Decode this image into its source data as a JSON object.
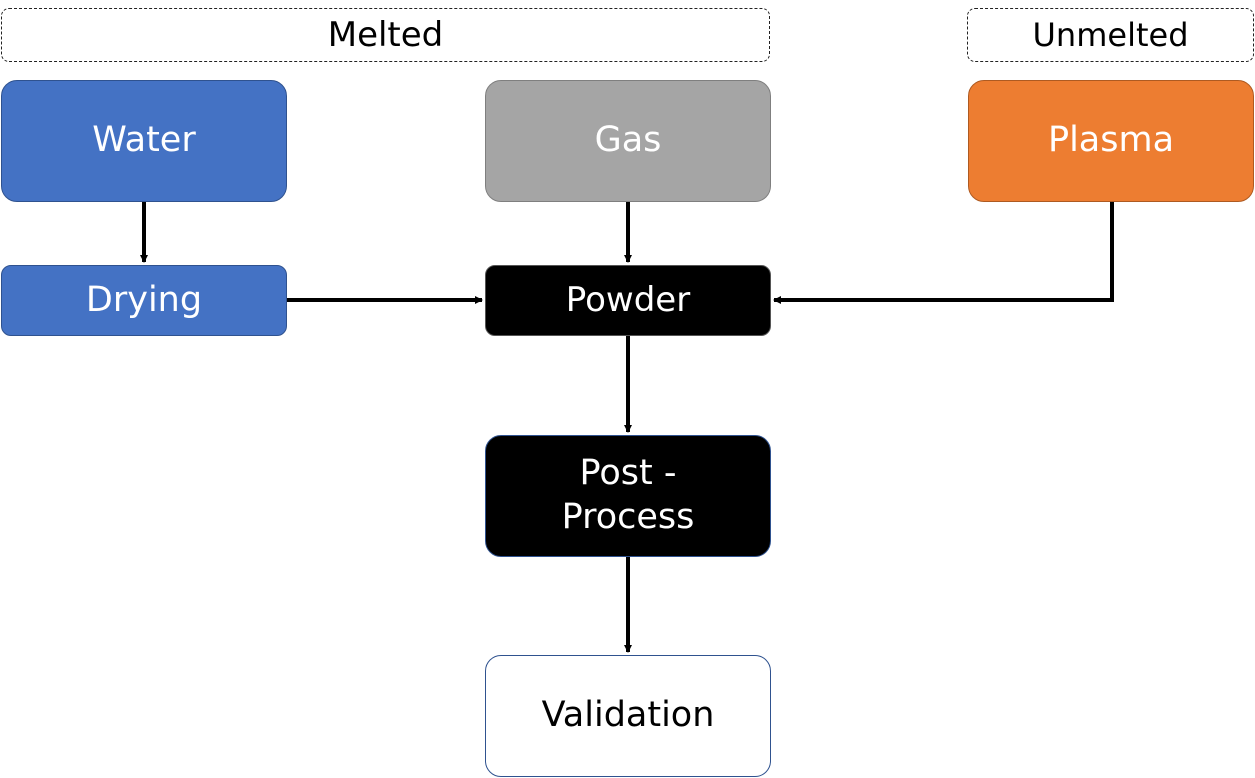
{
  "groups": {
    "melted": "Melted",
    "unmelted": "Unmelted"
  },
  "nodes": {
    "water": "Water",
    "gas": "Gas",
    "plasma": "Plasma",
    "drying": "Drying",
    "powder": "Powder",
    "post_process_line1": "Post -",
    "post_process_line2": "Process",
    "validation": "Validation"
  },
  "edges": [
    {
      "from": "water",
      "to": "drying"
    },
    {
      "from": "gas",
      "to": "powder"
    },
    {
      "from": "drying",
      "to": "powder"
    },
    {
      "from": "plasma",
      "to": "powder"
    },
    {
      "from": "powder",
      "to": "post_process"
    },
    {
      "from": "post_process",
      "to": "validation"
    }
  ],
  "colors": {
    "water": "#4472c4",
    "drying": "#4472c4",
    "gas": "#a5a5a5",
    "plasma": "#ed7d31",
    "powder": "#000000",
    "post_process": "#000000",
    "validation": "#ffffff"
  }
}
